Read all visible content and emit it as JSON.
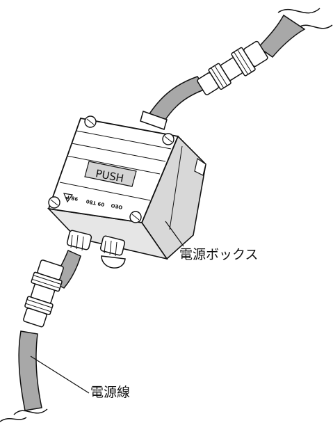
{
  "labels": {
    "box_label": "電源ボックス",
    "cable_label": "電源線",
    "push_text": "PUSH",
    "marking_left": "98-P",
    "marking_right": "09 T80",
    "marking_logo": "OEO"
  },
  "colors": {
    "cable": "#a8a8a8",
    "cable_shadow": "#6e6e6e",
    "outline": "#111111",
    "box_face": "#ffffff",
    "box_side": "#d8d8d8",
    "push_panel": "#d4d4d4"
  },
  "icons": [
    "screw-icon",
    "caution-symbol-icon",
    "ce-mark-icon"
  ]
}
